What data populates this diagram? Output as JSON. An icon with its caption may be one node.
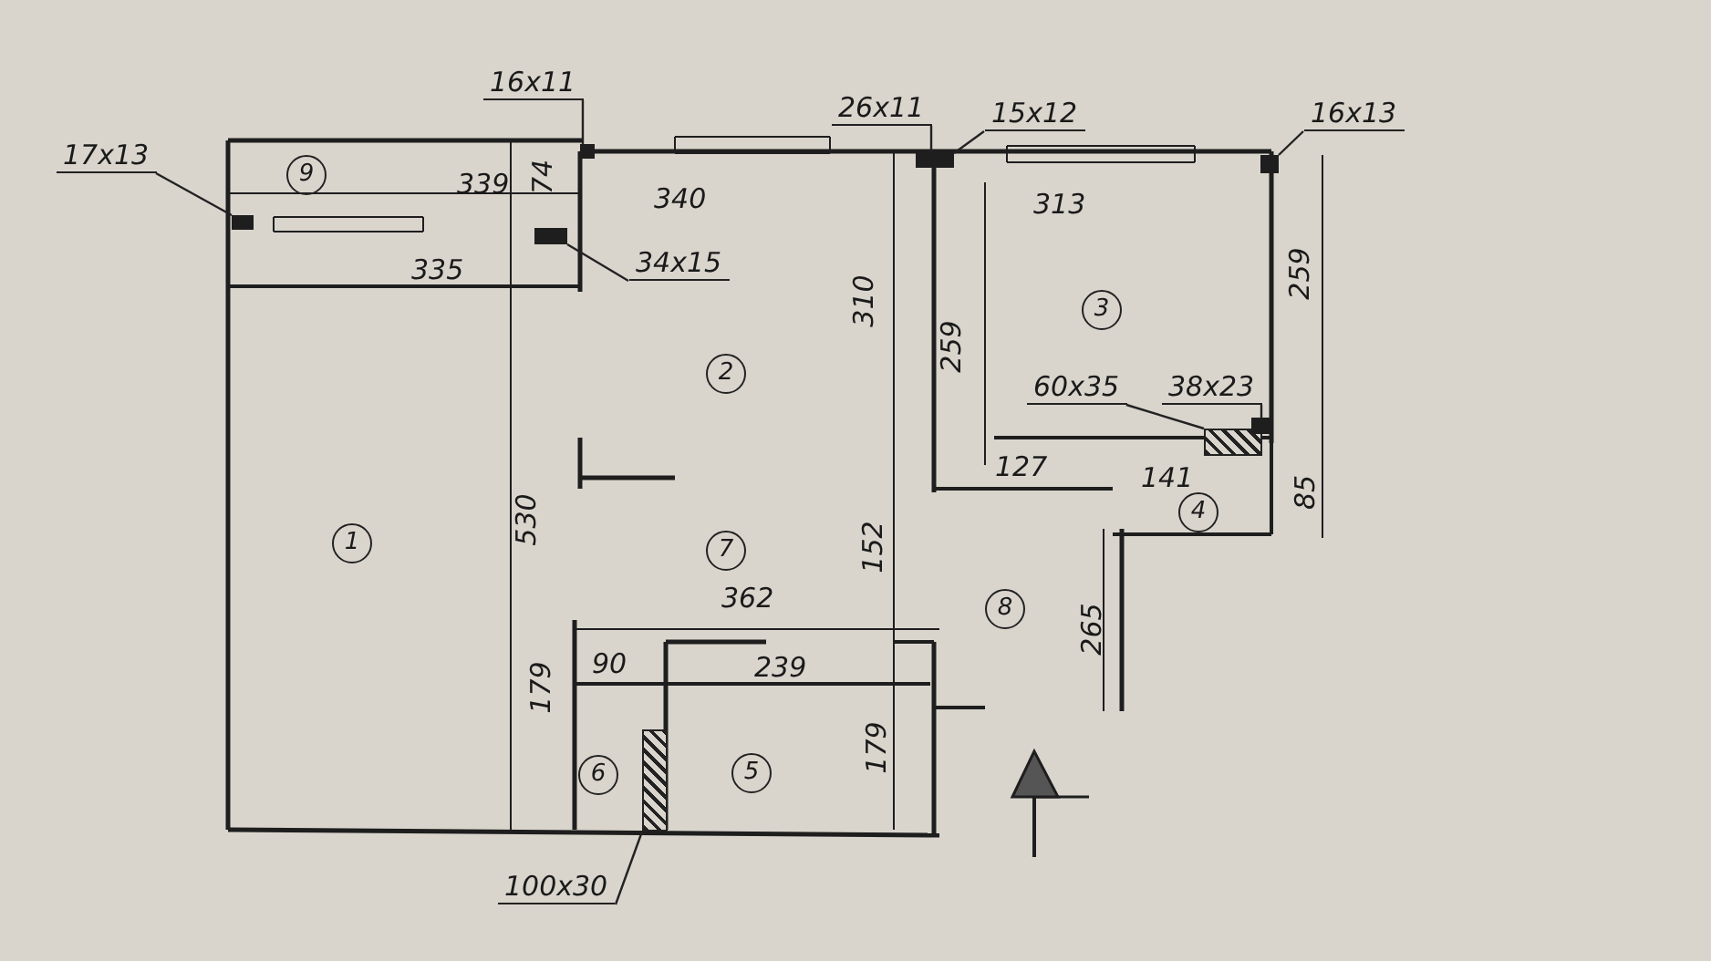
{
  "diagram": {
    "nodes": [
      {
        "text": [
          "17x13"
        ]
      },
      {
        "text": [],
        "shape": "box"
      },
      {
        "text": [
          "16x11"
        ]
      },
      {
        "text": [],
        "shape": "box"
      },
      {
        "text": [
          "26x11"
        ]
      },
      {
        "text": [],
        "shape": "box"
      },
      {
        "text": [
          "15x12"
        ]
      },
      {
        "text": [],
        "shape": "box"
      },
      {
        "text": [
          "16x13"
        ]
      },
      {
        "text": [],
        "shape": "box"
      },
      {
        "text": [
          "34x15"
        ]
      },
      {
        "text": [],
        "shape": "box"
      },
      {
        "text": [
          "60x35"
        ]
      },
      {
        "text": [],
        "shape": "box"
      },
      {
        "text": [
          "38x23"
        ]
      },
      {
        "text": [],
        "shape": "box"
      },
      {
        "text": [
          "100x30"
        ]
      },
      {
        "text": [],
        "shape": "box"
      },
      {
        "text": [
          "9"
        ]
      },
      {
        "text": [
          "2"
        ]
      },
      {
        "text": [
          "3"
        ]
      },
      {
        "text": [
          "1"
        ]
      },
      {
        "text": [
          "4"
        ]
      },
      {
        "text": [
          "7"
        ]
      },
      {
        "text": [
          "8"
        ]
      },
      {
        "text": [
          "6"
        ]
      },
      {
        "text": [
          "5"
        ]
      }
    ],
    "edges": [
      {
        "from": 0,
        "to": 1,
        "arrow": "none"
      },
      {
        "from": 2,
        "to": 3,
        "arrow": "none"
      },
      {
        "from": 4,
        "to": 5,
        "arrow": "none"
      },
      {
        "from": 6,
        "to": 7,
        "arrow": "none"
      },
      {
        "from": 8,
        "to": 9,
        "arrow": "none"
      },
      {
        "from": 10,
        "to": 11,
        "arrow": "none"
      },
      {
        "from": 12,
        "to": 13,
        "arrow": "none"
      },
      {
        "from": 14,
        "to": 15,
        "arrow": "none"
      },
      {
        "from": 16,
        "to": 17,
        "arrow": "none"
      }
    ],
    "labels": [
      "339",
      "74",
      "340",
      "335",
      "313",
      "310",
      "259",
      "259",
      "127",
      "141",
      "85",
      "530",
      "152",
      "362",
      "265",
      "90",
      "239",
      "179",
      "179"
    ]
  }
}
